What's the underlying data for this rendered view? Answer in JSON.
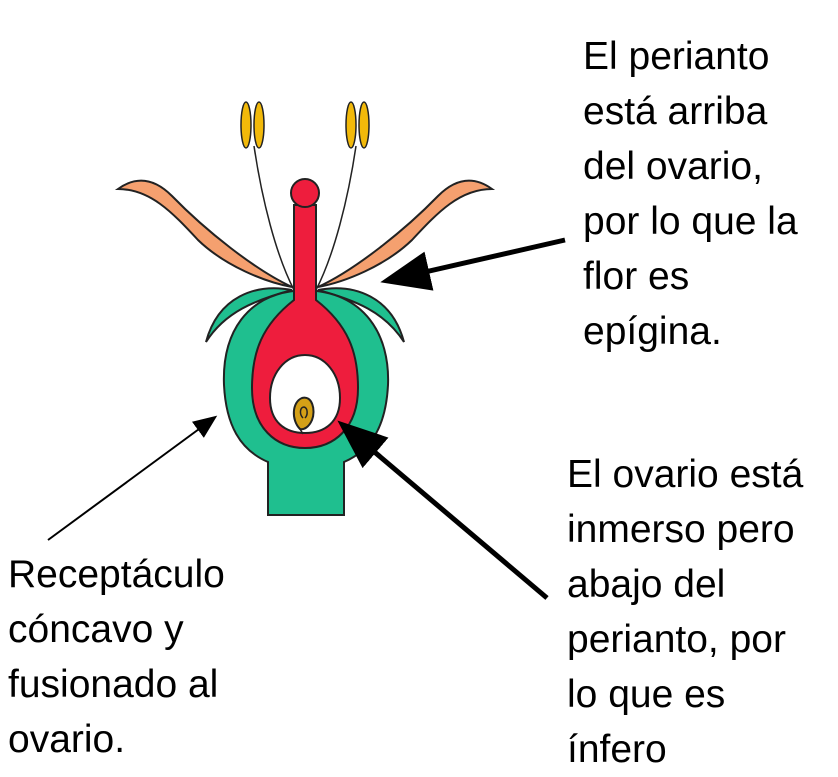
{
  "labels": {
    "perianth": [
      "El perianto",
      "está arriba",
      "del ovario,",
      "por lo que la",
      "flor es",
      "epígina."
    ],
    "ovary": [
      "El ovario está",
      "inmerso pero",
      "abajo del",
      "perianto, por",
      "lo que es",
      "ínfero"
    ],
    "receptacle": [
      "Receptáculo",
      "cóncavo y",
      "fusionado al",
      "ovario."
    ]
  },
  "colors": {
    "receptacle": "#1fbf8f",
    "pistil": "#ee1d3d",
    "petal": "#f5a06f",
    "anther": "#f2b90a",
    "ovule": "#d4a017",
    "outline": "#222222",
    "background": "#ffffff"
  }
}
